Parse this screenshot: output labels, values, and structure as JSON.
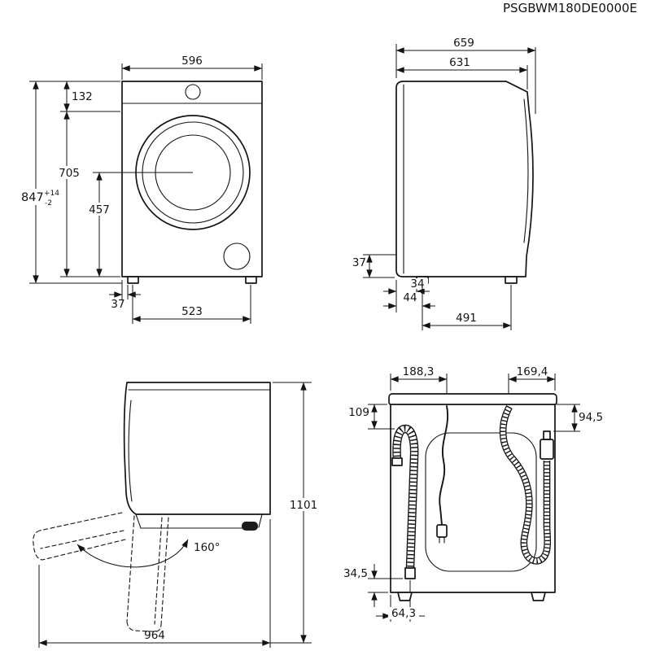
{
  "document": {
    "code": "PSGBWM180DE0000E"
  },
  "front_view": {
    "width_top": "596",
    "top_section": "132",
    "body_height": "705",
    "total_height": "847",
    "total_height_tol_plus": "+14",
    "total_height_tol_minus": "-2",
    "door_center_from_floor": "457",
    "foot_edge_offset": "37",
    "foot_span": "523"
  },
  "side_view": {
    "depth_total": "659",
    "depth_cabinet": "631",
    "base_height": "37",
    "rear_foot_offset_a": "34",
    "rear_foot_offset_b": "44",
    "foot_span": "491"
  },
  "door_open_view": {
    "door_opening_angle": "160°",
    "height_with_open_door": "1101",
    "depth_with_open_door": "964"
  },
  "rear_view": {
    "left_connection_offset": "188,3",
    "right_connection_offset": "169,4",
    "drain_hook_drop": "109",
    "inlet_hose_drop": "94,5",
    "drain_end_clearance": "34,5",
    "drain_end_offset": "64,3"
  }
}
